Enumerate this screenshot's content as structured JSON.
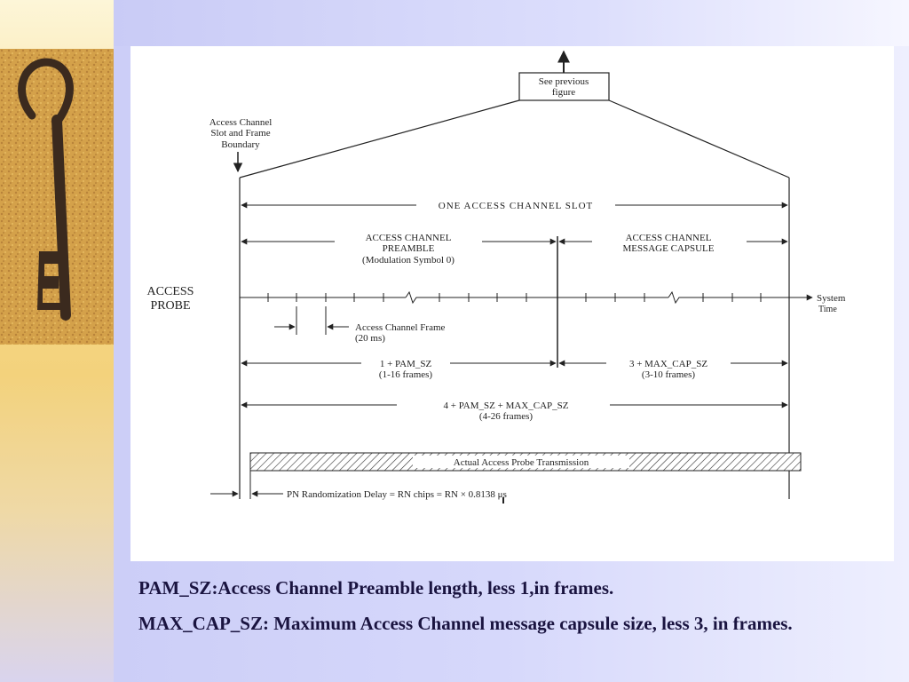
{
  "diagram": {
    "see_previous": [
      "See previous",
      "figure"
    ],
    "boundary_label": [
      "Access Channel",
      "Slot and Frame",
      "Boundary"
    ],
    "slot_label": "ONE ACCESS CHANNEL SLOT",
    "preamble_label": [
      "ACCESS CHANNEL",
      "PREAMBLE",
      "(Modulation Symbol 0)"
    ],
    "capsule_label": [
      "ACCESS CHANNEL",
      "MESSAGE CAPSULE"
    ],
    "probe_label": [
      "ACCESS",
      "PROBE"
    ],
    "system_time_label": [
      "System",
      "Time"
    ],
    "frame_label": [
      "Access Channel Frame",
      "(20 ms)"
    ],
    "pam_label": [
      "1 + PAM_SZ",
      "(1-16 frames)"
    ],
    "cap_label": [
      "3 + MAX_CAP_SZ",
      "(3-10 frames)"
    ],
    "total_label": [
      "4 + PAM_SZ + MAX_CAP_SZ",
      "(4-26 frames)"
    ],
    "transmission_label": "Actual Access Probe Transmission",
    "delay_label": "PN Randomization Delay = RN chips = RN × 0.8138 μs"
  },
  "notes": [
    "PAM_SZ:Access Channel Preamble length, less 1,in frames.",
    "MAX_CAP_SZ: Maximum Access Channel message capsule size, less 3, in frames."
  ]
}
